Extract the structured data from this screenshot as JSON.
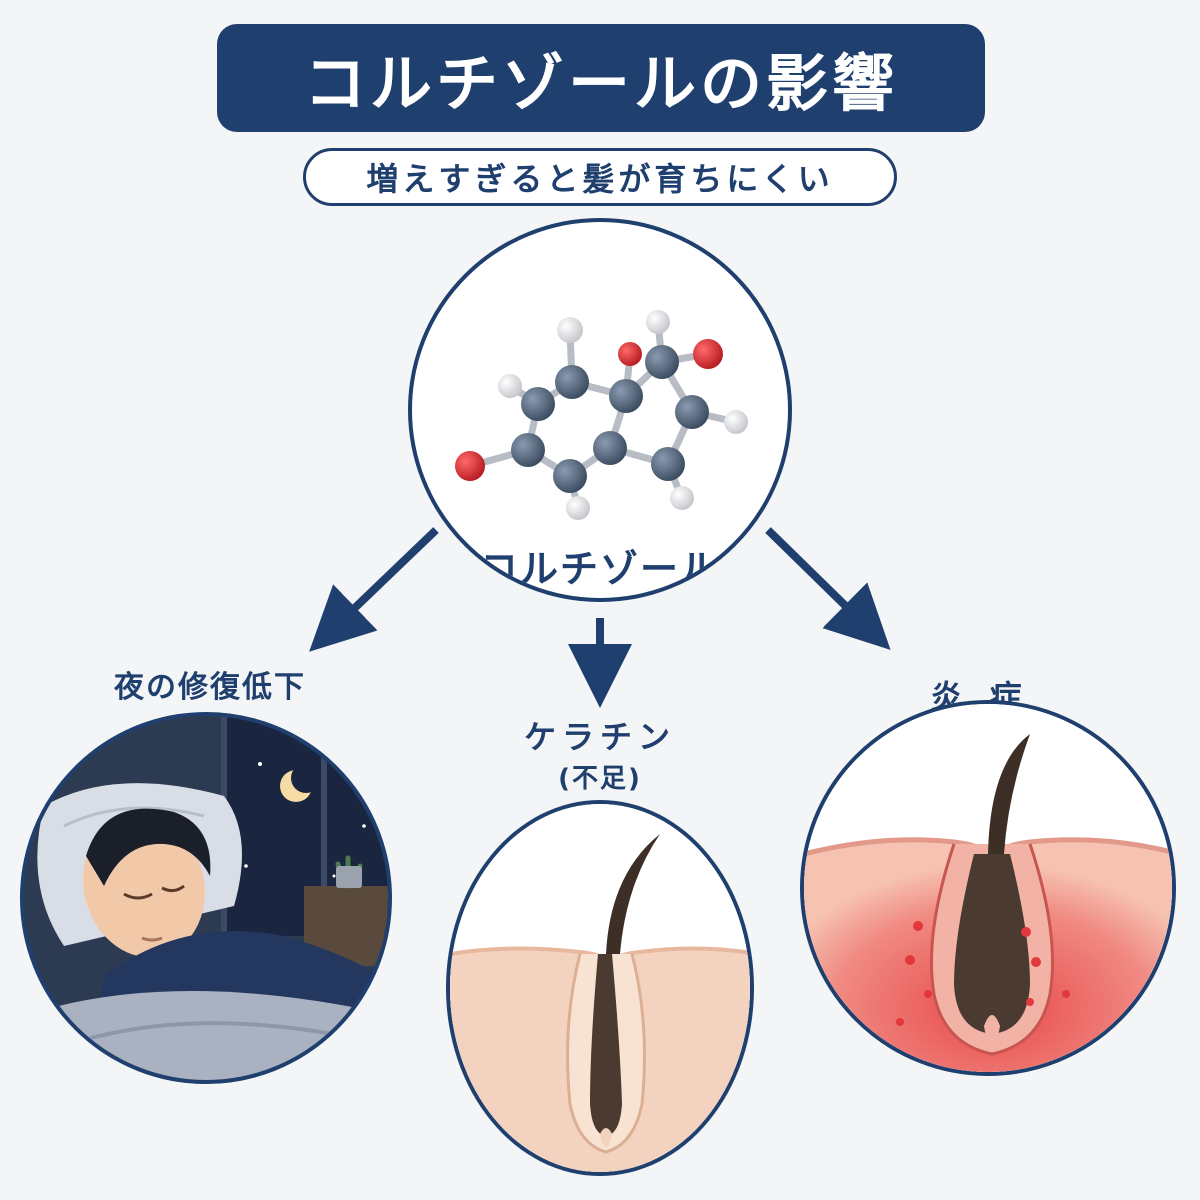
{
  "header": {
    "title": "コルチゾールの影響",
    "subtitle": "増えすぎると髪が育ちにくい"
  },
  "center": {
    "label": "コルチゾール"
  },
  "branches": [
    {
      "label": "夜の修復低下"
    },
    {
      "label": "ケラチン",
      "sublabel": "(不足)"
    },
    {
      "label": "炎 症"
    }
  ],
  "colors": {
    "navy": "#1f3f6e",
    "carbon": "#4a5a6e",
    "oxygen": "#d9252a",
    "hydrogen": "#e8e8ea",
    "skin": "#f3d3bf",
    "inflamed": "#e8474a",
    "hair": "#3d2e26"
  }
}
